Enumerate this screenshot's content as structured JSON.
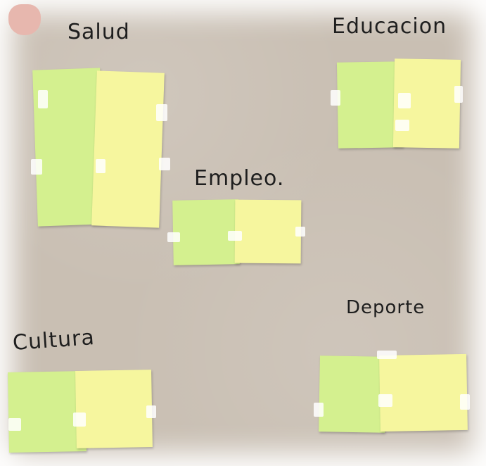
{
  "headings": {
    "salud": "Salud",
    "educacion": "Educacion",
    "empleo": "Empleo.",
    "cultura": "Cultura",
    "deporte": "Deporte"
  },
  "notes": {
    "salud_green": "",
    "salud_yellow": "",
    "educacion_green": "",
    "educacion_yellow": "",
    "empleo_green": "",
    "empleo_yellow": "",
    "cultura_green": "",
    "cultura_yellow": "",
    "deporte_green": "",
    "deporte_yellow": ""
  },
  "colors": {
    "board": "#c9bfb3",
    "note_green": "#d4f08f",
    "note_yellow": "#f6f69e",
    "ink": "#1e1e1e"
  }
}
